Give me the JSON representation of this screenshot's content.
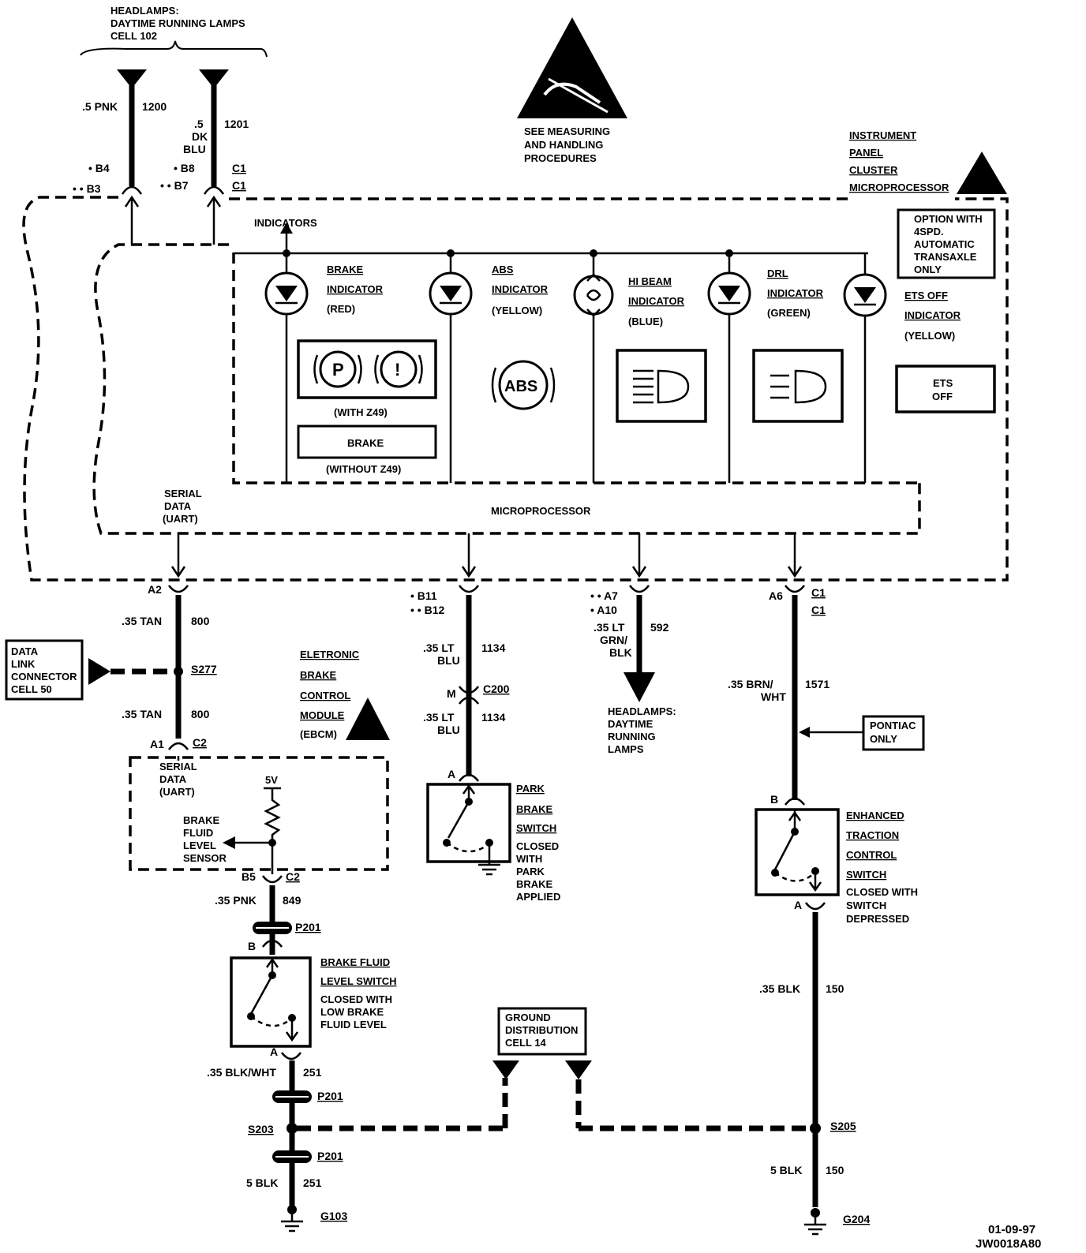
{
  "refs": {
    "headlamps_top": [
      "HEADLAMPS:",
      "DAYTIME RUNNING LAMPS",
      "CELL 102"
    ],
    "esd_notice": [
      "SEE MEASURING",
      "AND HANDLING",
      "PROCEDURES"
    ],
    "headlamps_mid": [
      "HEADLAMPS:",
      "DAYTIME",
      "RUNNING",
      "LAMPS"
    ],
    "data_link": [
      "DATA",
      "LINK",
      "CONNECTOR",
      "CELL 50"
    ],
    "ground_dist": [
      "GROUND",
      "DISTRIBUTION",
      "CELL 14"
    ],
    "pontiac": [
      "PONTIAC",
      "ONLY"
    ]
  },
  "cluster": {
    "title": [
      "INSTRUMENT",
      "PANEL",
      "CLUSTER",
      "MICROPROCESSOR"
    ],
    "option_note": [
      "OPTION WITH",
      "4SPD.",
      "AUTOMATIC",
      "TRANSAXLE",
      "ONLY"
    ],
    "indicators_label": "INDICATORS",
    "microprocessor_label": "MICROPROCESSOR",
    "serial_data": [
      "SERIAL",
      "DATA",
      "(UART)"
    ],
    "indicators": [
      {
        "name": [
          "BRAKE",
          "INDICATOR"
        ],
        "color": "(RED)"
      },
      {
        "name": [
          "ABS",
          "INDICATOR"
        ],
        "color": "(YELLOW)"
      },
      {
        "name": [
          "HI BEAM",
          "INDICATOR"
        ],
        "color": "(BLUE)"
      },
      {
        "name": [
          "DRL",
          "INDICATOR"
        ],
        "color": "(GREEN)"
      },
      {
        "name": [
          "ETS OFF",
          "INDICATOR"
        ],
        "color": "(YELLOW)"
      }
    ],
    "brake_p": "P",
    "brake_i": "!",
    "with_z49": "(WITH Z49)",
    "brake_text": "BRAKE",
    "without_z49": "(WITHOUT Z49)",
    "abs_text": "ABS",
    "ets_off": [
      "ETS",
      "OFF"
    ]
  },
  "pins": {
    "b4": "• B4",
    "b3": "• • B3",
    "b8": "• B8",
    "b7": "• • B7",
    "c1": "C1",
    "a2": "A2",
    "b11": "• B11",
    "b12": "• • B12",
    "a7": "• • A7",
    "a10": "• A10",
    "a6": "A6",
    "a1": "A1",
    "c2": "C2",
    "b5": "B5",
    "m": "M",
    "c200": "C200",
    "a": "A",
    "b": "B"
  },
  "wires": [
    {
      "size": ".5 PNK",
      "circuit": "1200"
    },
    {
      "size": [
        ".5",
        "DK",
        "BLU"
      ],
      "circuit": "1201"
    },
    {
      "size": ".35 TAN",
      "circuit": "800"
    },
    {
      "size": ".35 TAN",
      "circuit": "800"
    },
    {
      "size": [
        ".35 LT",
        "BLU"
      ],
      "circuit": "1134"
    },
    {
      "size": [
        ".35 LT",
        "BLU"
      ],
      "circuit": "1134"
    },
    {
      "size": [
        ".35 LT",
        "GRN/",
        "BLK"
      ],
      "circuit": "592"
    },
    {
      "size": [
        ".35 BRN/",
        "WHT"
      ],
      "circuit": "1571"
    },
    {
      "size": ".35 PNK",
      "circuit": "849"
    },
    {
      "size": ".35 BLK/WHT",
      "circuit": "251"
    },
    {
      "size": "5 BLK",
      "circuit": "251"
    },
    {
      "size": ".35 BLK",
      "circuit": "150"
    },
    {
      "size": "5 BLK",
      "circuit": "150"
    }
  ],
  "splices": {
    "s277": "S277",
    "s203": "S203",
    "s205": "S205",
    "p201": "P201"
  },
  "grounds": {
    "g103": "G103",
    "g204": "G204"
  },
  "ebcm": {
    "title": [
      "ELETRONIC",
      "BRAKE",
      "CONTROL",
      "MODULE",
      "(EBCM)"
    ],
    "serial": [
      "SERIAL",
      "DATA",
      "(UART)"
    ],
    "v5": "5V",
    "sensor": [
      "BRAKE",
      "FLUID",
      "LEVEL",
      "SENSOR"
    ]
  },
  "switches": {
    "park": {
      "title": [
        "PARK",
        "BRAKE",
        "SWITCH"
      ],
      "note": [
        "CLOSED",
        "WITH",
        "PARK",
        "BRAKE",
        "APPLIED"
      ]
    },
    "fluid": {
      "title": [
        "BRAKE FLUID",
        "LEVEL SWITCH"
      ],
      "note": [
        "CLOSED WITH",
        "LOW BRAKE",
        "FLUID LEVEL"
      ]
    },
    "etc": {
      "title": [
        "ENHANCED",
        "TRACTION",
        "CONTROL",
        "SWITCH"
      ],
      "note": [
        "CLOSED WITH",
        "SWITCH",
        "DEPRESSED"
      ]
    }
  },
  "footer": {
    "date": "01-09-97",
    "code": "JW0018A80"
  }
}
